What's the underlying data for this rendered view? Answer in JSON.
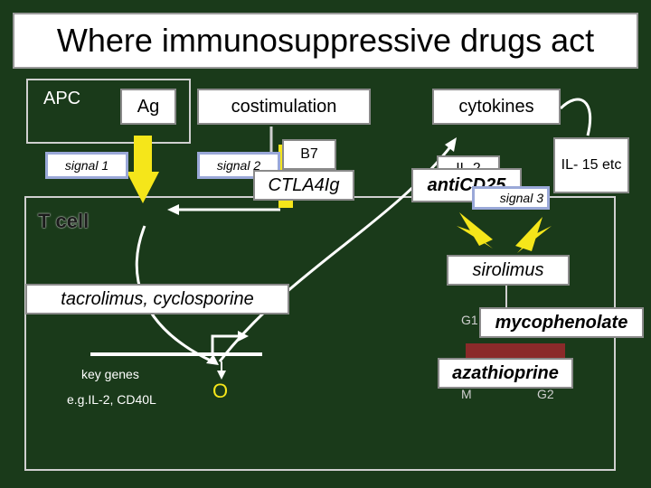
{
  "title": "Where immunosuppressive drugs act",
  "labels": {
    "apc": "APC",
    "ag": "Ag",
    "costimulation": "costimulation",
    "cytokines": "cytokines",
    "signal1": "signal 1",
    "signal2": "signal 2",
    "b7": "B7",
    "ctla4ig": "CTLA4Ig",
    "il2": "IL-2",
    "anticd25": "antiCD25",
    "signal3": "signal 3",
    "il15": "IL- 15 etc",
    "tcell": "T cell",
    "sirolimus": "sirolimus",
    "tacrolimus": "tacrolimus, cyclosporine",
    "g1": "G1",
    "mycophenolate": "mycophenolate",
    "key_genes": "key genes",
    "eg_genes": "e.g.IL-2, CD40L",
    "azathioprine": "azathioprine",
    "m": "M",
    "g2": "G2"
  },
  "colors": {
    "background": "#1a3a1a",
    "arrow_yellow": "#f5e61a",
    "box_white": "#ffffff",
    "signal_box_border": "#9aa8d8",
    "bar_red": "#8b2a2a"
  }
}
